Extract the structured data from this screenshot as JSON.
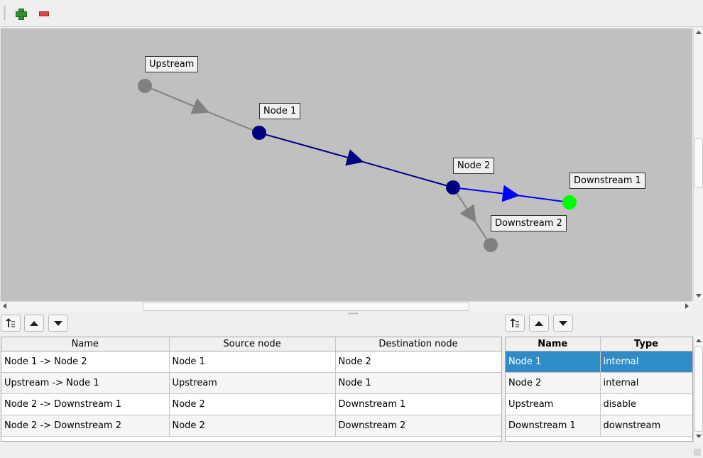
{
  "toolbar": {
    "add_icon": "plus-icon",
    "remove_icon": "minus-icon"
  },
  "colors": {
    "canvas_bg": "#c0c0c0",
    "node_inactive": "#808080",
    "node_active": "#000080",
    "node_downstream": "#00ff00",
    "edge_inactive": "#808080",
    "edge_active": "#000080",
    "edge_highlight": "#0000ff",
    "selection": "#308cc6"
  },
  "graph": {
    "nodes": [
      {
        "id": "upstream",
        "label": "Upstream",
        "state": "inactive"
      },
      {
        "id": "node1",
        "label": "Node 1",
        "state": "active"
      },
      {
        "id": "node2",
        "label": "Node 2",
        "state": "active"
      },
      {
        "id": "downstream1",
        "label": "Downstream 1",
        "state": "downstream"
      },
      {
        "id": "downstream2",
        "label": "Downstream 2",
        "state": "inactive"
      }
    ],
    "edges": [
      {
        "from": "upstream",
        "to": "node1",
        "state": "inactive"
      },
      {
        "from": "node1",
        "to": "node2",
        "state": "active"
      },
      {
        "from": "node2",
        "to": "downstream1",
        "state": "highlight"
      },
      {
        "from": "node2",
        "to": "downstream2",
        "state": "inactive"
      }
    ]
  },
  "connections_table": {
    "headers": [
      "Name",
      "Source node",
      "Destination node"
    ],
    "rows": [
      [
        "Node 1 -> Node 2",
        "Node 1",
        "Node 2"
      ],
      [
        "Upstream -> Node 1",
        "Upstream",
        "Node 1"
      ],
      [
        "Node 2 -> Downstream 1",
        "Node 2",
        "Downstream 1"
      ],
      [
        "Node 2 -> Downstream 2",
        "Node 2",
        "Downstream 2"
      ]
    ]
  },
  "nodes_table": {
    "headers": [
      "Name",
      "Type"
    ],
    "rows": [
      [
        "Node 1",
        "internal"
      ],
      [
        "Node 2",
        "internal"
      ],
      [
        "Upstream",
        "disable"
      ],
      [
        "Downstream 1",
        "downstream"
      ]
    ],
    "selected_row": 0
  }
}
